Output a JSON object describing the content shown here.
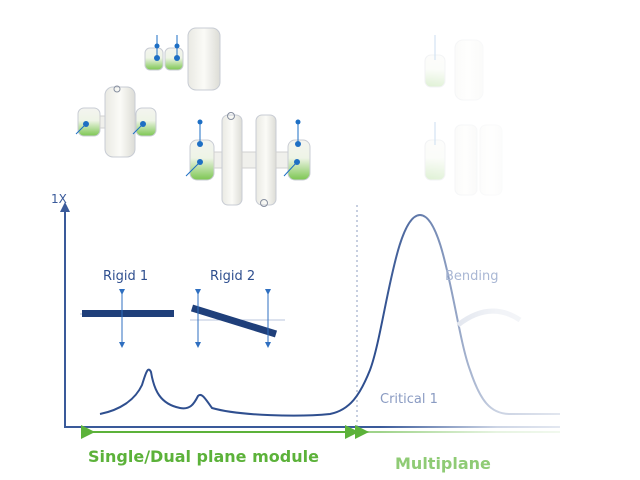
{
  "axis": {
    "y_label": "1X"
  },
  "modes": {
    "rigid1": "Rigid 1",
    "rigid2": "Rigid 2",
    "bending1": "Bending",
    "critical1": "Critical 1"
  },
  "ranges": {
    "single_dual": "Single/Dual plane module",
    "multiplane": "Multiplane"
  },
  "colors": {
    "curve": "#2f4f8f",
    "accent_green": "#5cb23a",
    "sensor_blue": "#1e6fc4",
    "beam": "#1f3f7a"
  }
}
